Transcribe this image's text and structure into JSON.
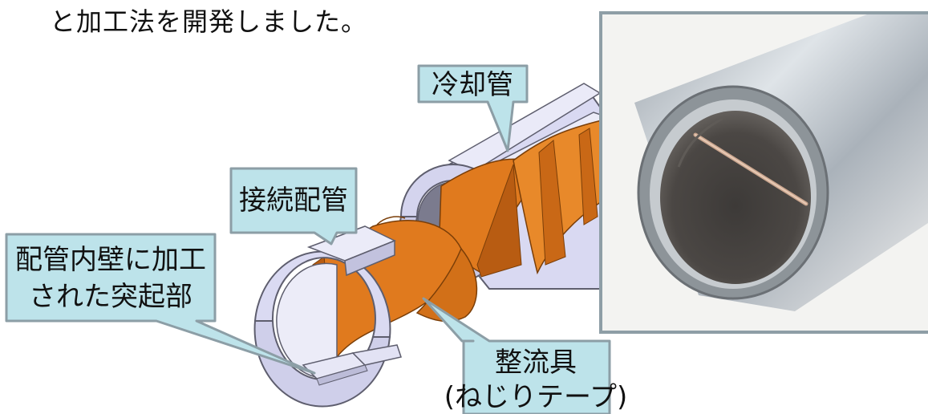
{
  "header": {
    "text": "と加工法を開発しました。"
  },
  "callouts": {
    "cooling_pipe": "冷却管",
    "connection_pipe": "接続配管",
    "protrusion_line1": "配管内壁に加工",
    "protrusion_line2": "された突起部",
    "flow_line1": "整流具",
    "flow_line2": "(ねじりテープ)"
  },
  "colors": {
    "callout_fill": "#bde3ea",
    "callout_border": "#8c9ea6",
    "pipe_fill": "#dcdcf4",
    "pipe_edge": "#5e5e6e",
    "tape_orange": "#e07a1e",
    "tape_dark": "#b85c12"
  }
}
